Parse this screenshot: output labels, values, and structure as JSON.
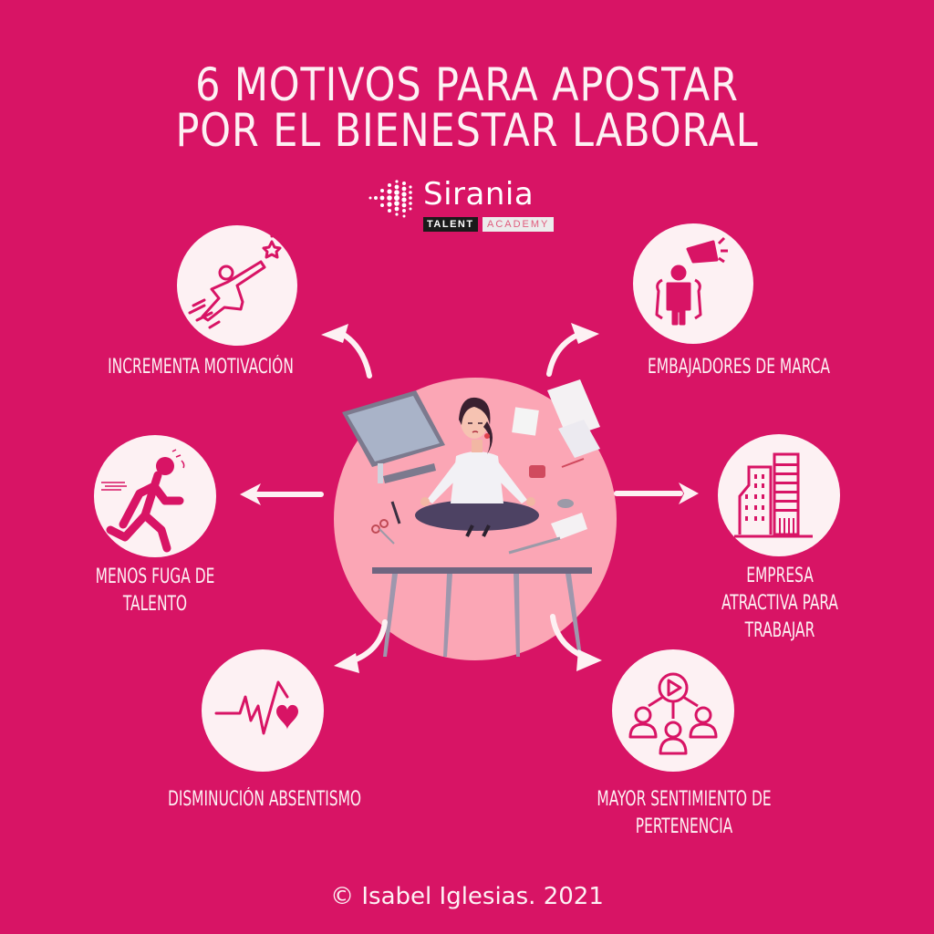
{
  "title": {
    "line1": "6 MOTIVOS PARA APOSTAR",
    "line2": "POR EL BIENESTAR LABORAL"
  },
  "logo": {
    "wordmark": "Sirania",
    "tag_left": "TALENT",
    "tag_right": "ACADEMY"
  },
  "colors": {
    "background": "#d81465",
    "circle_fill": "#fdf1f3",
    "center_circle": "#fba6b5",
    "icon_stroke": "#d81465",
    "text": "#fdf1f4"
  },
  "items": [
    {
      "label": "INCREMENTA MOTIVACIÓN",
      "icon": "flying-person-star-icon"
    },
    {
      "label": "EMBAJADORES DE MARCA",
      "icon": "group-megaphone-icon"
    },
    {
      "label_lines": [
        "MENOS FUGA DE",
        "TALENTO"
      ],
      "icon": "running-person-icon"
    },
    {
      "label_lines": [
        "EMPRESA",
        "ATRACTIVA PARA",
        "TRABAJAR"
      ],
      "icon": "buildings-icon"
    },
    {
      "label": "DISMINUCIÓN ABSENTISMO",
      "icon": "heartbeat-icon"
    },
    {
      "label_lines": [
        "MAYOR SENTIMIENTO DE",
        "PERTENENCIA"
      ],
      "icon": "network-people-play-icon"
    }
  ],
  "center_illustration": "woman-meditating-on-desk",
  "footer": "© Isabel Iglesias. 2021"
}
